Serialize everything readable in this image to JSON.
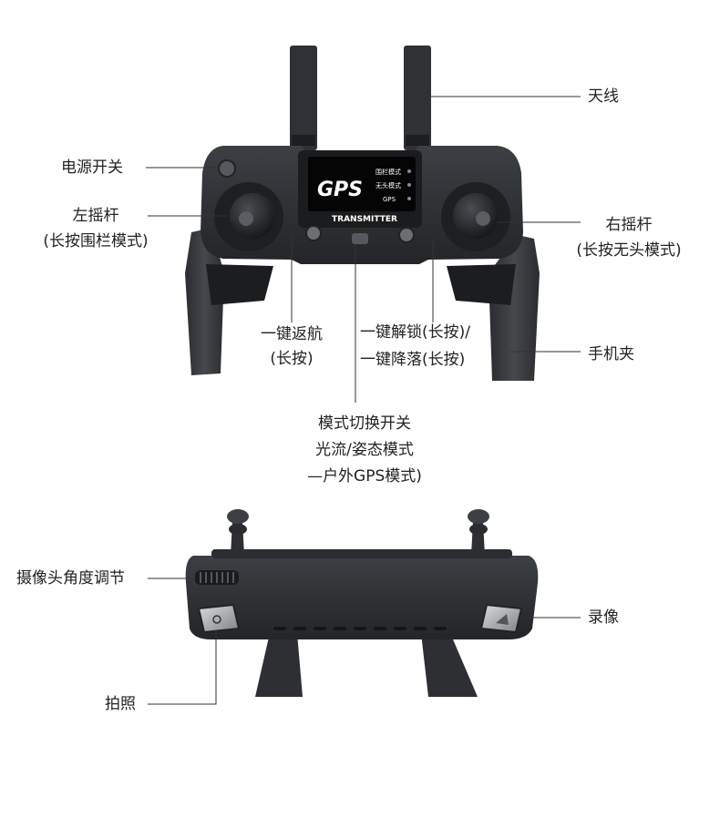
{
  "top_view": {
    "screen": {
      "logo": "GPS",
      "brand": "TRANSMITTER",
      "menu": [
        "围栏模式",
        "无头模式",
        "GPS"
      ]
    },
    "labels": {
      "antenna": "天线",
      "power": "电源开关",
      "left_stick": [
        "左摇杆",
        "(长按围栏模式)"
      ],
      "right_stick": [
        "右摇杆",
        "(长按无头模式)"
      ],
      "return_home": [
        "一键返航",
        "(长按)"
      ],
      "unlock": "一键解锁(长按)/",
      "land": "一键降落(长按)",
      "phone_clamp": "手机夹",
      "mode_switch": [
        "模式切换开关",
        "光流/姿态模式",
        "—户外GPS模式)"
      ]
    }
  },
  "bottom_view": {
    "labels": {
      "camera_dial": "摄像头角度调节",
      "record": "录像",
      "photo": "拍照"
    }
  }
}
